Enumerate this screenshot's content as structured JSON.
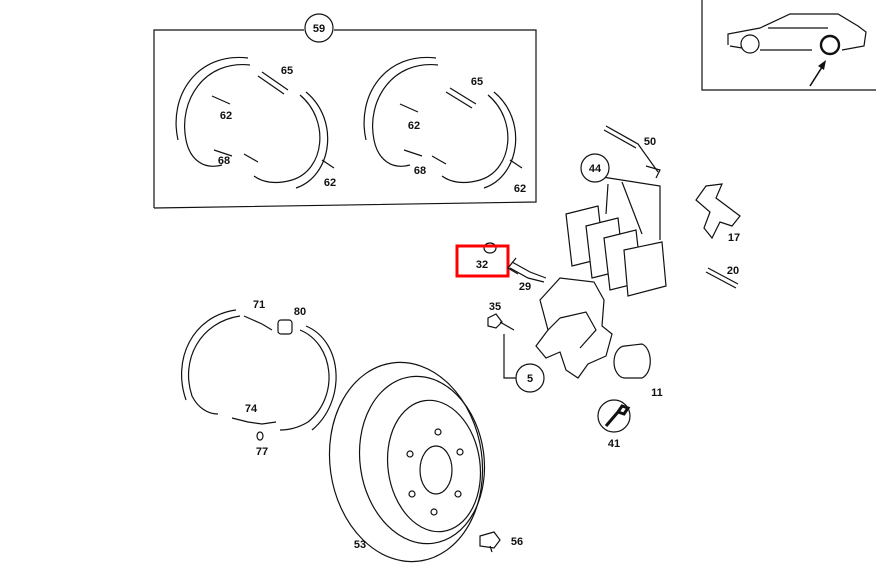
{
  "colors": {
    "ink": "#111111",
    "highlight": "#ff0000",
    "background": "#ffffff"
  },
  "diagram": {
    "icons": [
      "car-location-icon",
      "wrench-icon"
    ],
    "highlighted_part": "32",
    "labels": {
      "p59": "59",
      "p65a": "65",
      "p65b": "65",
      "p62a": "62",
      "p62b": "62",
      "p62c": "62",
      "p62d": "62",
      "p68a": "68",
      "p68b": "68",
      "p50": "50",
      "p44": "44",
      "p17": "17",
      "p32": "32",
      "p29": "29",
      "p20": "20",
      "p35": "35",
      "p5": "5",
      "p11": "11",
      "p41": "41",
      "p71": "71",
      "p80": "80",
      "p74": "74",
      "p77": "77",
      "p53": "53",
      "p56": "56"
    }
  }
}
